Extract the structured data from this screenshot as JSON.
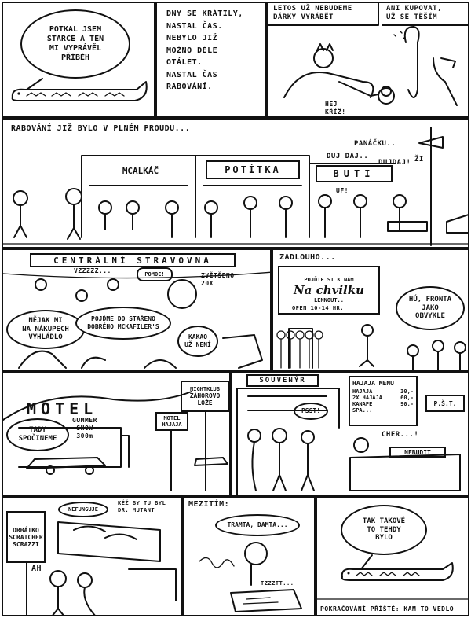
{
  "row1": {
    "p1_caption": "POTKAL JSEM\nSTARCE A TEN\nMI VYPRÁVĚL\nPŘÍBĚH",
    "p2_caption": "DNY SE KRÁTILY,\nNASTAL ČAS.\nNEBYLO JIŽ\nMOŽNO DÉLE\nOTÁLET.\nNASTAL ČAS\nRABOVÁNÍ.",
    "p3_caption_a": "LETOS UŽ NEBUDEME\nDÁRKY VYRÁBĚT",
    "p3_caption_b": "ANI KUPOVAT,\nUŽ SE TĚŠÍM",
    "p3_sfx": "HEJ\nKŘÍŽ!"
  },
  "row2": {
    "caption": "RABOVÁNÍ JIŽ BYLO V PLNÉM PROUDU...",
    "store1": "MCALKÁČ",
    "store2": "POTÍTKA",
    "store3": "BUTI",
    "shout1": "PANÁČKU..",
    "shout2": "DUJ DAJ..",
    "shout3": "DUJDAJ!",
    "shout4": "ŽI",
    "exclaim": "UF!"
  },
  "row3": {
    "banner": "CENTRÁLNÍ STRAVOVNA",
    "sound": "VZZZZZ...",
    "help": "POMOC!",
    "zoom": "ZVĚTŠENO\n20X",
    "speech1": "NĚJAK MI\nNA NÁKUPECH\nVYHLÁDLO",
    "speech2": "POJĎME DO STAŘENO\nDOBRÉHO MCKAFILER'S",
    "speech3": "KAKAO\nUŽ NENÍ",
    "caption_right": "ZADLOUHO...",
    "sign_top": "POJĎTE SI K NÁM",
    "sign_main": "Na chvilku",
    "sign_sub": "LENNOUT..",
    "sign_hours": "OPEN 10-14 HR.",
    "speech4": "HÚ, FRONTA\nJAKO\nOBVYKLE"
  },
  "row4": {
    "motel": "MOTEL",
    "speech_motel": "TADY\nSPOČINEME",
    "billboard": "GUMMER\nSHOW\n300m",
    "club_sign_top": "NIGHTKLUB",
    "club_sign": "ZÁHOROVO\nLOŽE",
    "small_sign": "MOTEL\nHAJAJA",
    "souvenir": "SOUVENÝR",
    "psst": "PSST!",
    "cher": "CHER...!",
    "nebudit": "NEBUDIT",
    "menu_title": "HAJAJA MENU",
    "menu_items": [
      {
        "name": "HAJAJA",
        "price": "30,-"
      },
      {
        "name": "2X HAJAJA",
        "price": "60,-"
      },
      {
        "name": "KANAPE",
        "price": "90,-"
      },
      {
        "name": "SPA...",
        "price": ""
      }
    ],
    "pst_sign": "P.Š.T."
  },
  "row5": {
    "placard": "DRBÁTKO\nSCRATCHER\nSCRAZZI",
    "placard_sfx": "AH",
    "speech_broken": "NEFUNGUJE",
    "speech_dr": "KÉŽ BY TU BYL\nDR. MUTANT",
    "caption_mid": "MEZITÍM:",
    "speech_mid": "TRAMTA, DAMTA...",
    "sfx_mid": "TZZZTT...",
    "speech_end": "TAK TAKOVÉ\nTO TEHDY\nBYLO",
    "footer": "POKRAČOVÁNÍ PŘÍŠTĚ: KAM TO VEDLO"
  }
}
